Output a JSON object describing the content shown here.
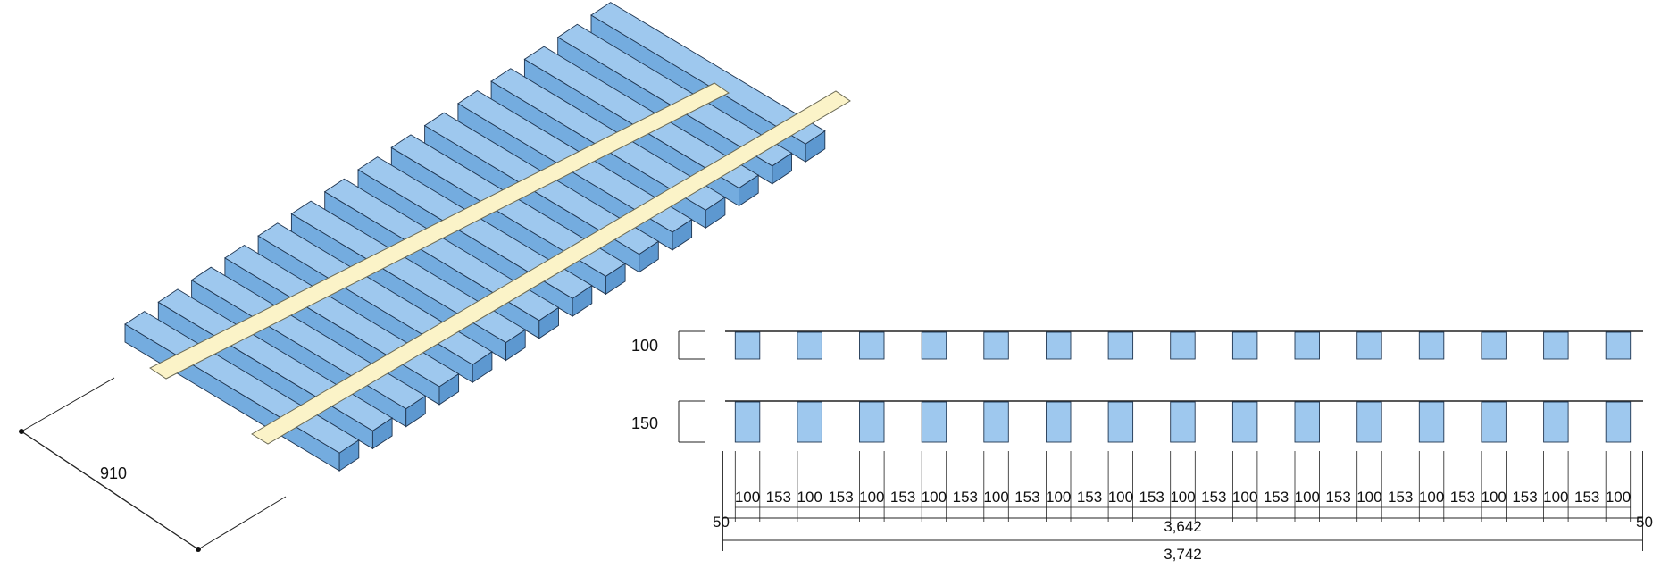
{
  "iso": {
    "joist_count": 15,
    "width_label": "910"
  },
  "elevation": {
    "joist_count": 15,
    "section_heights": [
      "100",
      "150"
    ],
    "pattern_labels": [
      "100",
      "153",
      "100",
      "153",
      "100",
      "153",
      "100",
      "153",
      "100",
      "153",
      "100",
      "153",
      "100",
      "153",
      "100",
      "153",
      "100",
      "153",
      "100",
      "153",
      "100",
      "153",
      "100",
      "153",
      "100",
      "153",
      "100",
      "153",
      "100"
    ],
    "edge_left": "50",
    "edge_right": "50",
    "inner_total": "3,642",
    "outer_total": "3,742"
  },
  "colors": {
    "joist_top": "#9ec8ee",
    "joist_side": "#74acdf",
    "joist_front": "#5d98d0",
    "joist_outline": "#1f3550",
    "strip_fill": "#fbf3c8",
    "strip_outline": "#6b6a55",
    "line": "#222222"
  }
}
